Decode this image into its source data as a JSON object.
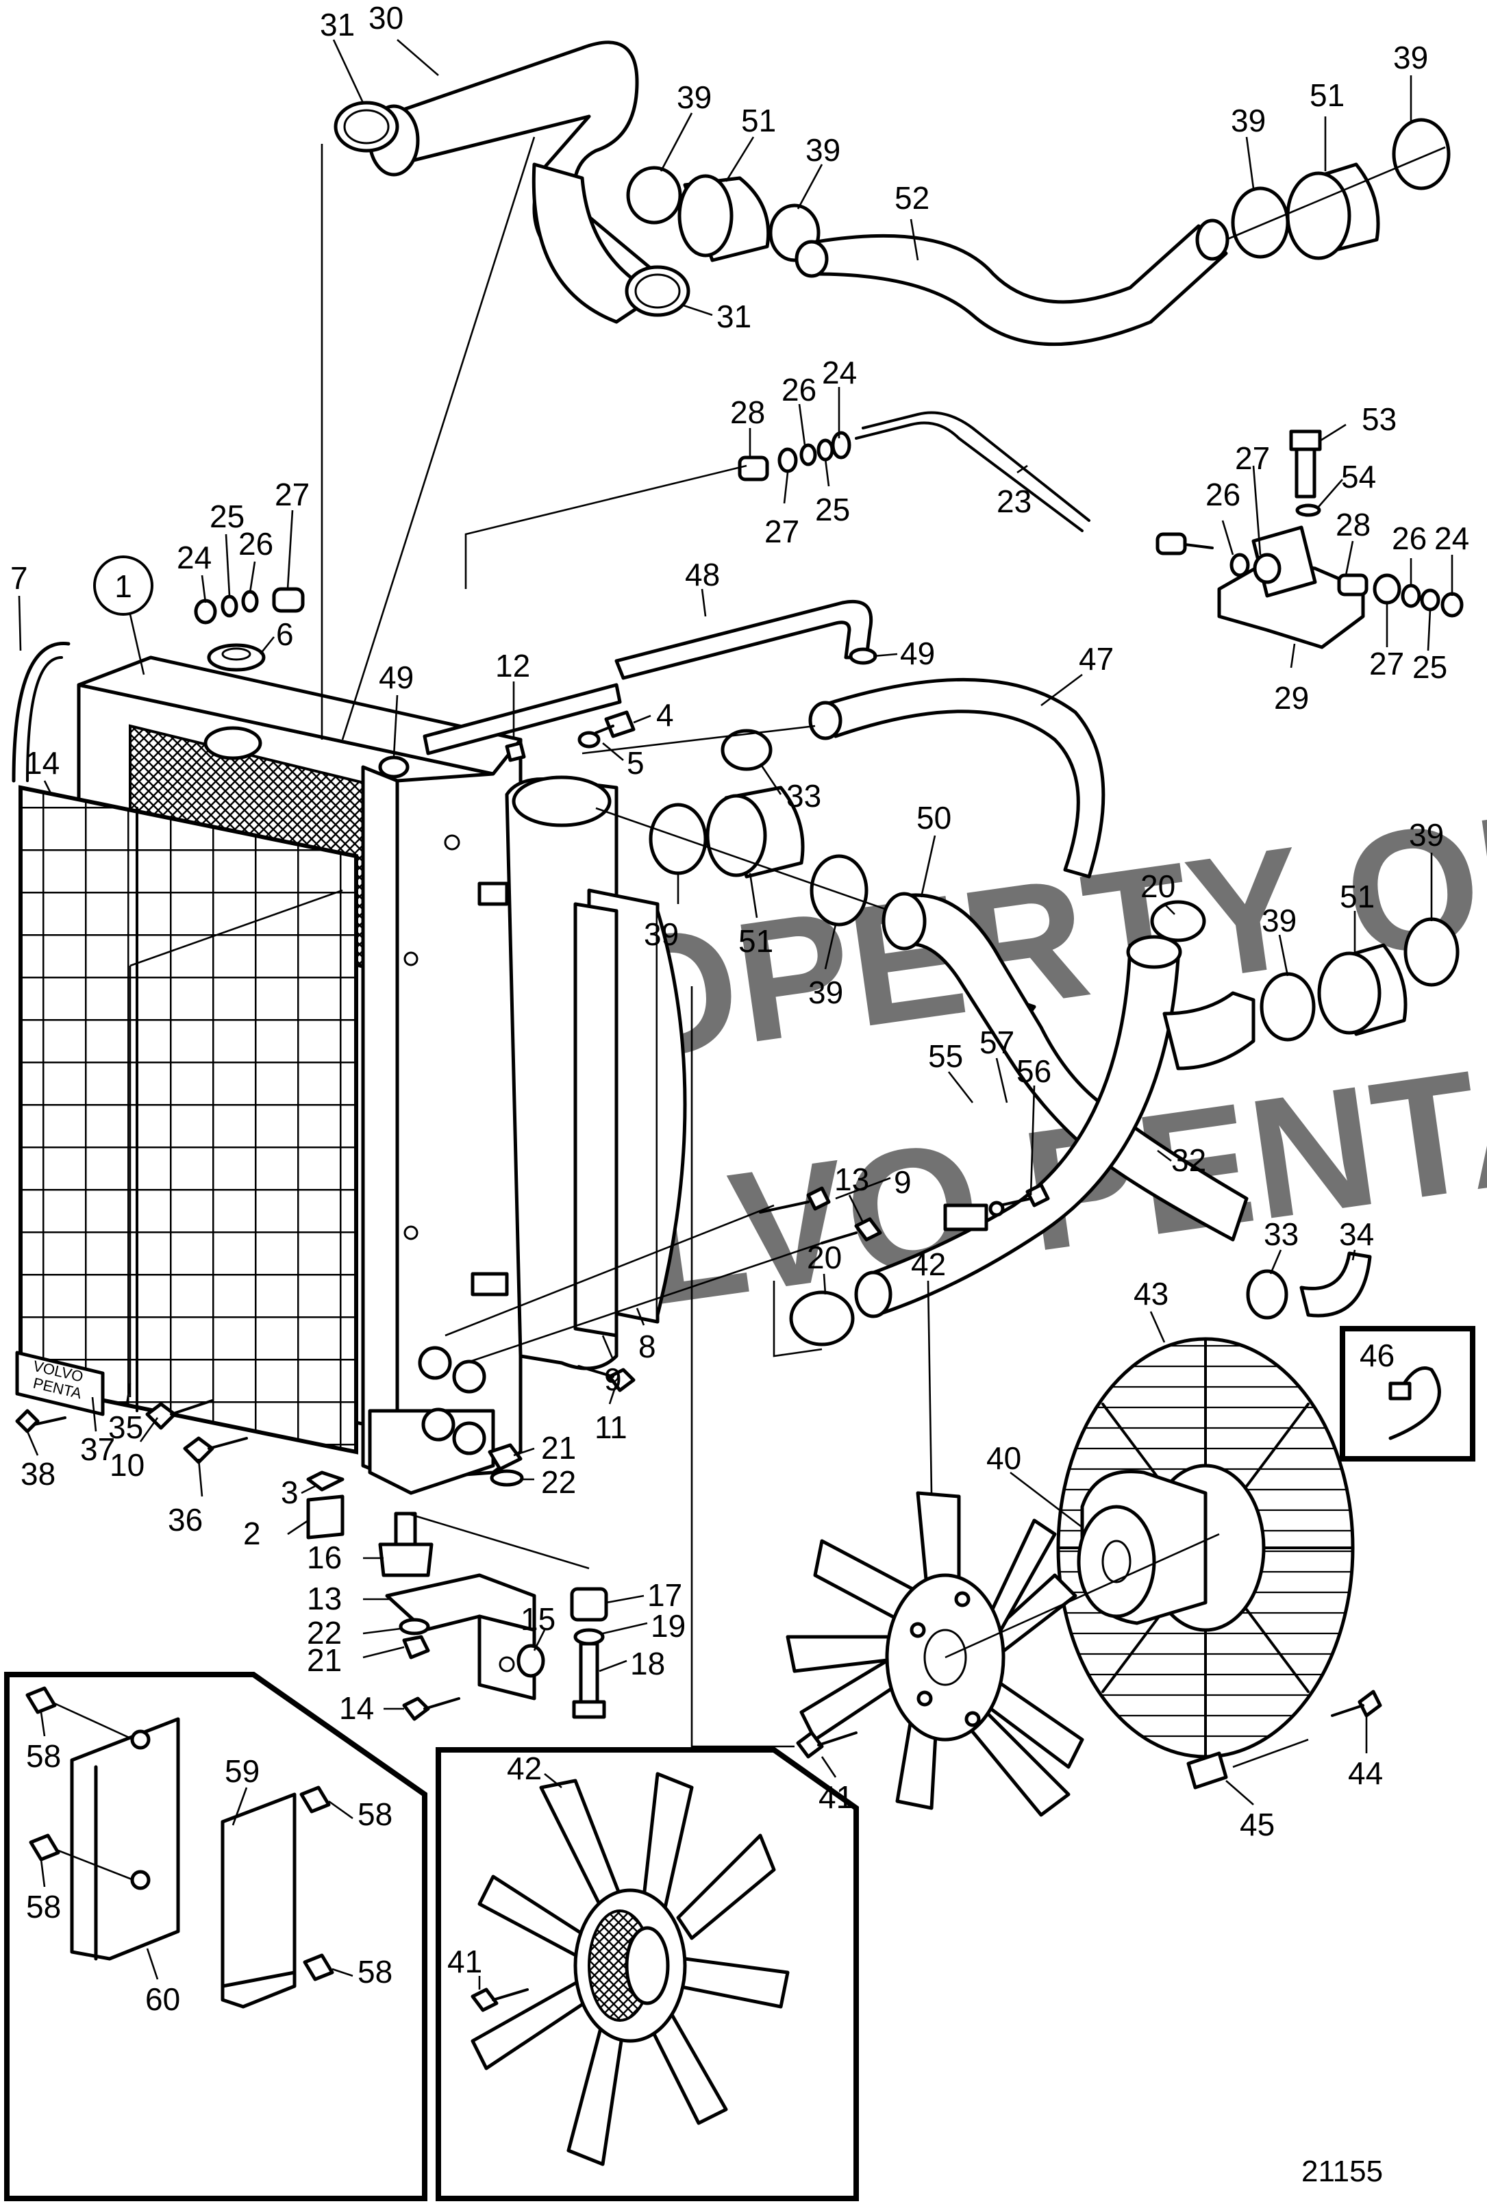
{
  "diagram": {
    "drawing_number": "21155",
    "watermark": [
      "PROPERTY OF",
      "VOLVO PENTA"
    ],
    "nameplate_text": [
      "VOLVO",
      "PENTA"
    ],
    "circled_label": "1",
    "callouts": [
      {
        "id": "c31a",
        "label": "31"
      },
      {
        "id": "c30",
        "label": "30"
      },
      {
        "id": "c39a",
        "label": "39"
      },
      {
        "id": "c51a",
        "label": "51"
      },
      {
        "id": "c39b",
        "label": "39"
      },
      {
        "id": "c52",
        "label": "52"
      },
      {
        "id": "c31b",
        "label": "31"
      },
      {
        "id": "c39c",
        "label": "39"
      },
      {
        "id": "c51b",
        "label": "51"
      },
      {
        "id": "c39d",
        "label": "39"
      },
      {
        "id": "c28a",
        "label": "28"
      },
      {
        "id": "c26a",
        "label": "26"
      },
      {
        "id": "c24a",
        "label": "24"
      },
      {
        "id": "c27a",
        "label": "27"
      },
      {
        "id": "c25a",
        "label": "25"
      },
      {
        "id": "c23",
        "label": "23"
      },
      {
        "id": "c53",
        "label": "53"
      },
      {
        "id": "c54",
        "label": "54"
      },
      {
        "id": "c27b",
        "label": "27"
      },
      {
        "id": "c26b",
        "label": "26"
      },
      {
        "id": "c28b",
        "label": "28"
      },
      {
        "id": "c26c",
        "label": "26"
      },
      {
        "id": "c24b",
        "label": "24"
      },
      {
        "id": "c27c",
        "label": "27"
      },
      {
        "id": "c25b",
        "label": "25"
      },
      {
        "id": "c29",
        "label": "29"
      },
      {
        "id": "c25c",
        "label": "25"
      },
      {
        "id": "c27d",
        "label": "27"
      },
      {
        "id": "c24c",
        "label": "24"
      },
      {
        "id": "c26d",
        "label": "26"
      },
      {
        "id": "c7",
        "label": "7"
      },
      {
        "id": "c6",
        "label": "6"
      },
      {
        "id": "c48",
        "label": "48"
      },
      {
        "id": "c49a",
        "label": "49"
      },
      {
        "id": "c47",
        "label": "47"
      },
      {
        "id": "c12",
        "label": "12"
      },
      {
        "id": "c49b",
        "label": "49"
      },
      {
        "id": "c4",
        "label": "4"
      },
      {
        "id": "c5",
        "label": "5"
      },
      {
        "id": "c33a",
        "label": "33"
      },
      {
        "id": "c14a",
        "label": "14"
      },
      {
        "id": "c50",
        "label": "50"
      },
      {
        "id": "c20a",
        "label": "20"
      },
      {
        "id": "c39e",
        "label": "39"
      },
      {
        "id": "c39f",
        "label": "39"
      },
      {
        "id": "c51c",
        "label": "51"
      },
      {
        "id": "c39g",
        "label": "39"
      },
      {
        "id": "c51d",
        "label": "51"
      },
      {
        "id": "c39h",
        "label": "39"
      },
      {
        "id": "c57",
        "label": "57"
      },
      {
        "id": "c55",
        "label": "55"
      },
      {
        "id": "c56",
        "label": "56"
      },
      {
        "id": "c13a",
        "label": "13"
      },
      {
        "id": "c32",
        "label": "32"
      },
      {
        "id": "c9a",
        "label": "9"
      },
      {
        "id": "c33b",
        "label": "33"
      },
      {
        "id": "c34",
        "label": "34"
      },
      {
        "id": "c20b",
        "label": "20"
      },
      {
        "id": "c43",
        "label": "43"
      },
      {
        "id": "c46",
        "label": "46"
      },
      {
        "id": "c9b",
        "label": "9"
      },
      {
        "id": "c8",
        "label": "8"
      },
      {
        "id": "c42a",
        "label": "42"
      },
      {
        "id": "c40",
        "label": "40"
      },
      {
        "id": "c35",
        "label": "35"
      },
      {
        "id": "c10",
        "label": "10"
      },
      {
        "id": "c11",
        "label": "11"
      },
      {
        "id": "c21a",
        "label": "21"
      },
      {
        "id": "c22a",
        "label": "22"
      },
      {
        "id": "c38",
        "label": "38"
      },
      {
        "id": "c37",
        "label": "37"
      },
      {
        "id": "c36",
        "label": "36"
      },
      {
        "id": "c3",
        "label": "3"
      },
      {
        "id": "c2",
        "label": "2"
      },
      {
        "id": "c16",
        "label": "16"
      },
      {
        "id": "c13b",
        "label": "13"
      },
      {
        "id": "c22b",
        "label": "22"
      },
      {
        "id": "c21b",
        "label": "21"
      },
      {
        "id": "c15",
        "label": "15"
      },
      {
        "id": "c17",
        "label": "17"
      },
      {
        "id": "c19",
        "label": "19"
      },
      {
        "id": "c18",
        "label": "18"
      },
      {
        "id": "c14b",
        "label": "14"
      },
      {
        "id": "c41a",
        "label": "41"
      },
      {
        "id": "c44",
        "label": "44"
      },
      {
        "id": "c45",
        "label": "45"
      },
      {
        "id": "c58a",
        "label": "58"
      },
      {
        "id": "c59",
        "label": "59"
      },
      {
        "id": "c58b",
        "label": "58"
      },
      {
        "id": "c58c",
        "label": "58"
      },
      {
        "id": "c60",
        "label": "60"
      },
      {
        "id": "c58d",
        "label": "58"
      },
      {
        "id": "c42b",
        "label": "42"
      },
      {
        "id": "c41b",
        "label": "41"
      }
    ]
  }
}
